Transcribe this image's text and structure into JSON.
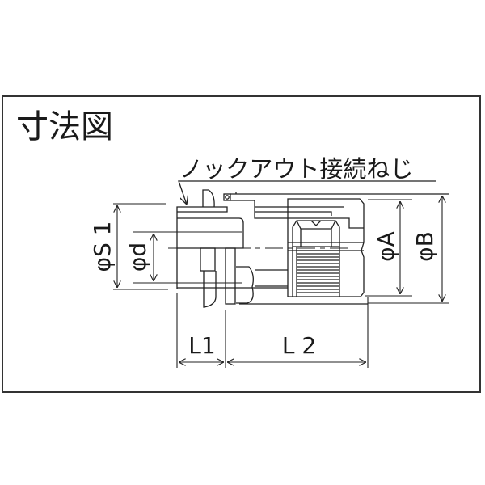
{
  "title": "寸法図",
  "callout": "ノックアウト接続ねじ",
  "dimensions": {
    "s1": "φS 1",
    "d": "φd",
    "a": "φA",
    "b": "φB",
    "l1": "L1",
    "l2": "L 2"
  }
}
